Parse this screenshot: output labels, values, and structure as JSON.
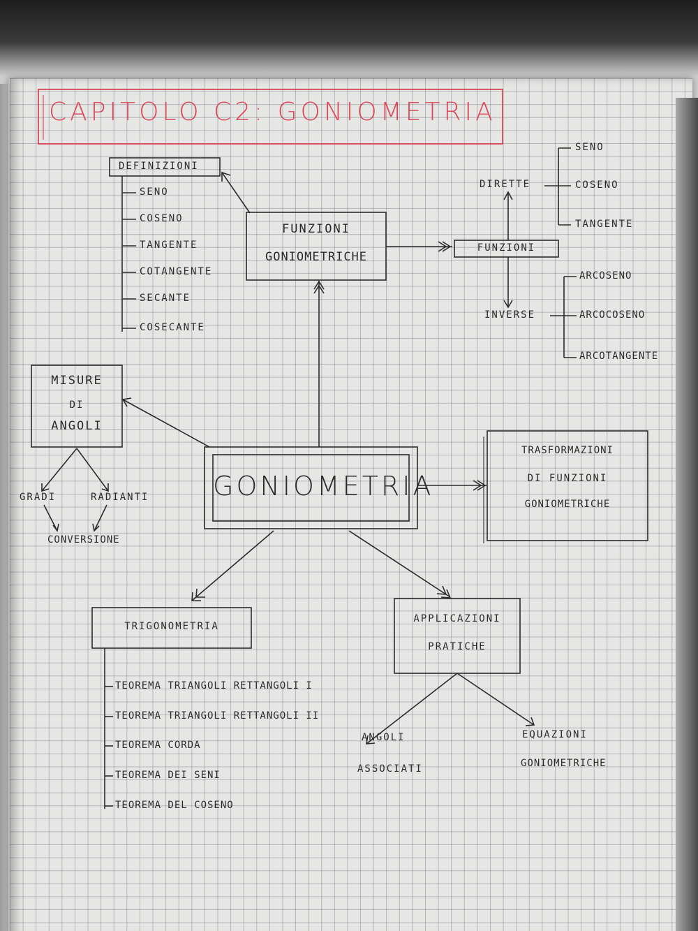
{
  "title": "CAPITOLO C2: GONIOMETRIA",
  "center": "GONIOMETRIA",
  "funzioni_goniometriche": {
    "line1": "FUNZIONI",
    "line2": "GONIOMETRICHE"
  },
  "definizioni": {
    "header": "DEFINIZIONI",
    "items": [
      "SENO",
      "COSENO",
      "TANGENTE",
      "COTANGENTE",
      "SECANTE",
      "COSECANTE"
    ]
  },
  "funzioni": {
    "header": "FUNZIONI",
    "dirette": "DIRETTE",
    "dirette_items": [
      "SENO",
      "COSENO",
      "TANGENTE"
    ],
    "inverse": "INVERSE",
    "inverse_items": [
      "ARCOSENO",
      "ARCOCOSENO",
      "ARCOTANGENTE"
    ]
  },
  "misure": {
    "line1": "MISURE",
    "line2": "DI",
    "line3": "ANGOLI",
    "gradi": "GRADI",
    "radianti": "RADIANTI",
    "conversione": "CONVERSIONE"
  },
  "trasformazioni": {
    "line1": "TRASFORMAZIONI",
    "line2": "DI FUNZIONI",
    "line3": "GONIOMETRICHE"
  },
  "trigonometria": {
    "header": "TRIGONOMETRIA",
    "items": [
      "TEOREMA TRIANGOLI RETTANGOLI I",
      "TEOREMA TRIANGOLI RETTANGOLI II",
      "TEOREMA CORDA",
      "TEOREMA DEI SENI",
      "TEOREMA DEL COSENO"
    ]
  },
  "applicazioni": {
    "line1": "APPLICAZIONI",
    "line2": "PRATICHE",
    "angoli_1": "ANGOLI",
    "angoli_2": "ASSOCIATI",
    "equazioni_1": "EQUAZIONI",
    "equazioni_2": "GONIOMETRICHE"
  },
  "colors": {
    "ink": "#2b2b2b",
    "title_red": "#d9485a",
    "grid": "#8a8aa0"
  }
}
